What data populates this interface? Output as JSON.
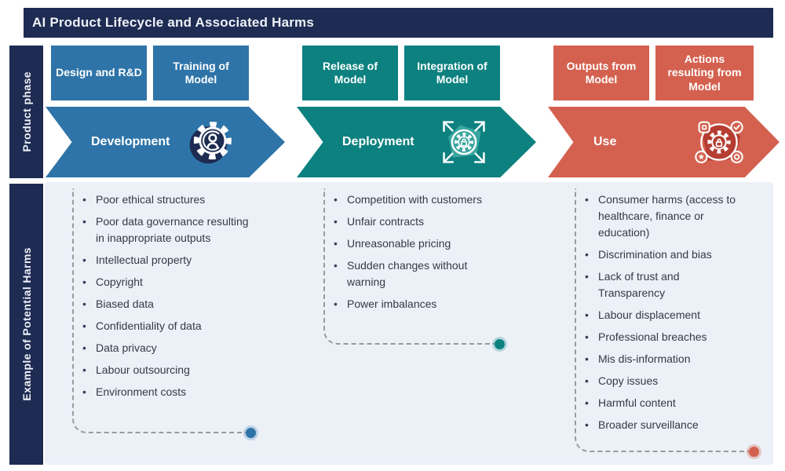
{
  "header": {
    "title": "AI Product Lifecycle and Associated Harms"
  },
  "sidebar": {
    "product_phase_label": "Product phase",
    "harms_label": "Example of Potential Harms"
  },
  "colors": {
    "navy": "#1E2B52",
    "blue": "#2E74A8",
    "teal": "#0D8180",
    "coral": "#D4614F",
    "panel_bg": "#ECF1F8",
    "list_text": "#333A47",
    "dash_gray": "#9A9A9A"
  },
  "phases": [
    {
      "name": "Development",
      "icon": "gear-person-icon",
      "accent_color": "#2E74A8",
      "stage_boxes": [
        "Design and R&D",
        "Training of Model"
      ],
      "harms": [
        "Poor ethical structures",
        "Poor data governance resulting in inappropriate outputs",
        "Intellectual property",
        "Copyright",
        "Biased data",
        "Confidentiality of data",
        "Data privacy",
        "Labour outsourcing",
        "Environment costs"
      ]
    },
    {
      "name": "Deployment",
      "icon": "gear-expand-icon",
      "accent_color": "#0D8180",
      "stage_boxes": [
        "Release of Model",
        "Integration of Model"
      ],
      "harms": [
        "Competition with customers",
        "Unfair contracts",
        "Unreasonable pricing",
        "Sudden changes without warning",
        "Power imbalances"
      ]
    },
    {
      "name": "Use",
      "icon": "gear-network-icon",
      "accent_color": "#D4614F",
      "stage_boxes": [
        "Outputs from Model",
        "Actions resulting from Model"
      ],
      "harms": [
        "Consumer harms (access to healthcare,  finance or education)",
        "Discrimination and bias",
        "Lack of trust and Transparency",
        "Labour displacement",
        "Professional breaches",
        "Mis dis-information",
        "Copy issues",
        "Harmful content",
        "Broader surveillance"
      ]
    }
  ]
}
